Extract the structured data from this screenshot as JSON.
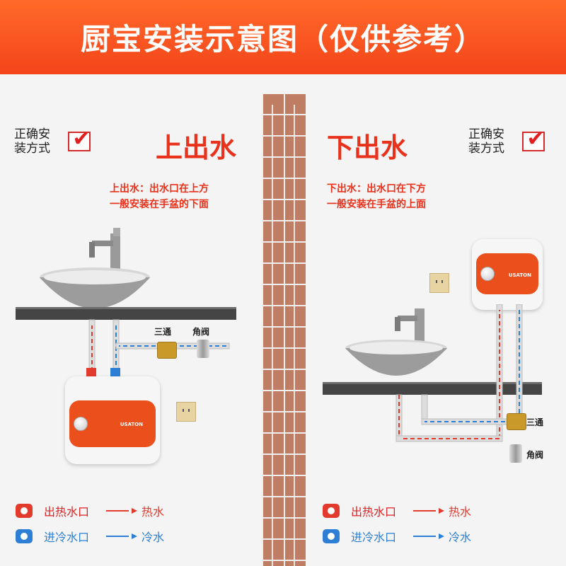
{
  "header": {
    "title": "厨宝安装示意图（仅供参考）"
  },
  "left": {
    "check_label_line1": "正确安",
    "check_label_line2": "装方式",
    "check_mark": "✔",
    "big_label": "上出水",
    "desc_line1": "上出水：出水口在上方",
    "desc_line2": "一般安装在手盆的下面",
    "tee_label": "三通",
    "valve_label": "角阀",
    "heater_brand": "USATON"
  },
  "right": {
    "check_label_line1": "正确安",
    "check_label_line2": "装方式",
    "check_mark": "✔",
    "big_label": "下出水",
    "desc_line1": "下出水：出水口在下方",
    "desc_line2": "一般安装在手盆的上面",
    "tee_label": "三通",
    "valve_label": "角阀",
    "heater_brand": "USATON"
  },
  "legend": {
    "hot_outlet": "出热水口",
    "hot_water": "热水",
    "cold_inlet": "进冷水口",
    "cold_water": "冷水"
  },
  "colors": {
    "accent": "#e8321c",
    "hot": "#e23b2e",
    "cold": "#2d7fd6",
    "header": "#f4441a",
    "brick": "#bf7d63"
  },
  "icons": {
    "check": "check-icon",
    "socket": "socket-icon",
    "faucet": "faucet-icon",
    "arrow": "arrow-right-icon"
  }
}
